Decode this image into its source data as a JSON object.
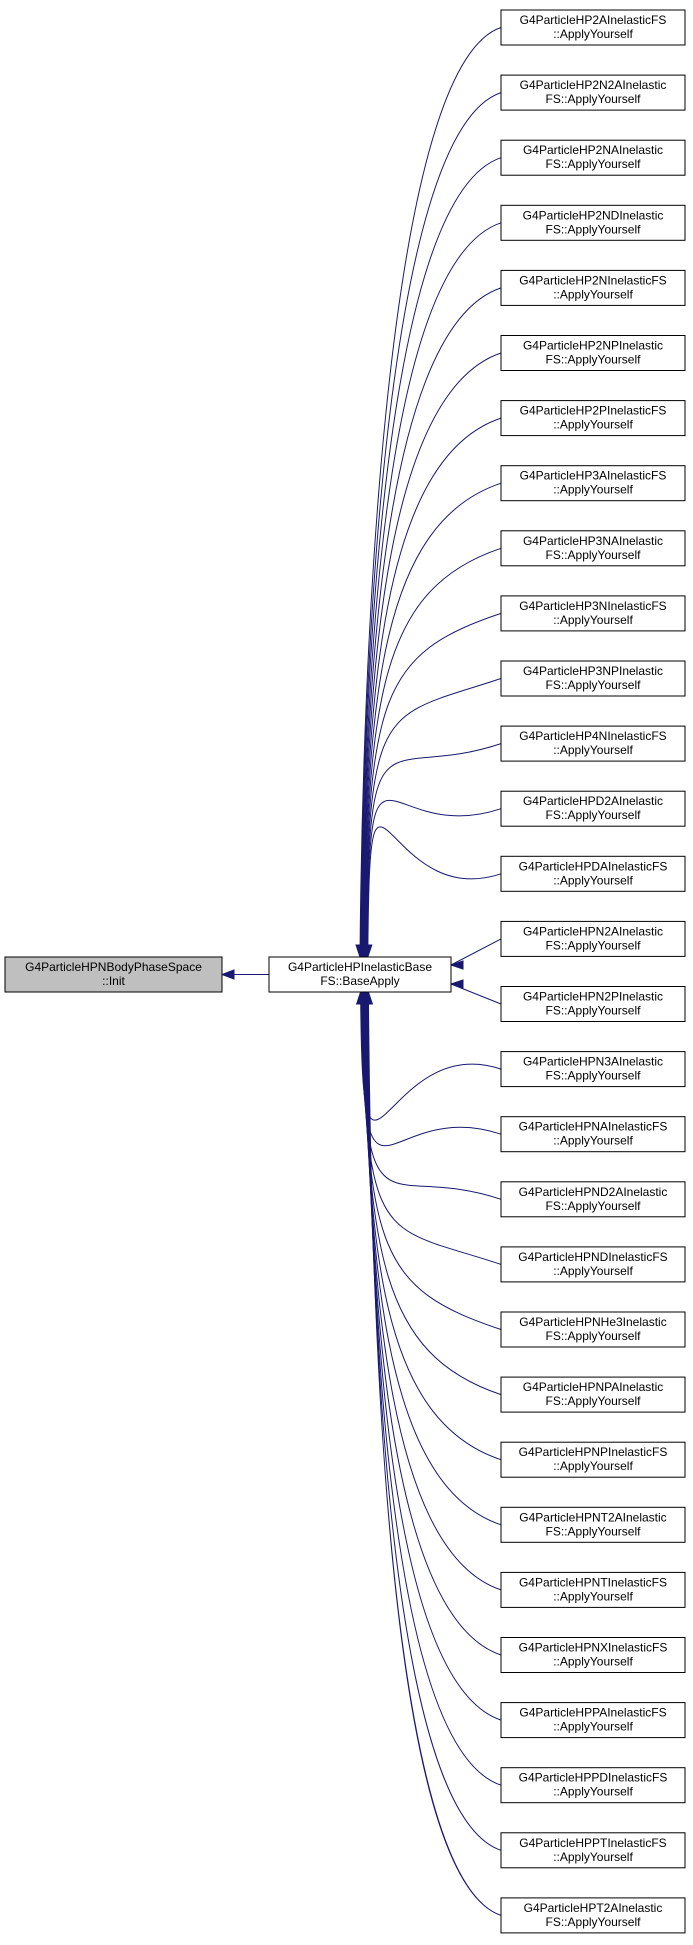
{
  "colors": {
    "edge": "#191970",
    "node_fill": "#ffffff",
    "focus_fill": "#bfbfbf",
    "border": "#000000"
  },
  "focus": {
    "line1": "G4ParticleHPNBodyPhaseSpace",
    "line2": "::Init"
  },
  "middle": {
    "line1": "G4ParticleHPInelasticBase",
    "line2": "FS::BaseApply"
  },
  "callers": [
    {
      "line1": "G4ParticleHP2AInelasticFS",
      "line2": "::ApplyYourself"
    },
    {
      "line1": "G4ParticleHP2N2AInelastic",
      "line2": "FS::ApplyYourself"
    },
    {
      "line1": "G4ParticleHP2NAInelastic",
      "line2": "FS::ApplyYourself"
    },
    {
      "line1": "G4ParticleHP2NDInelastic",
      "line2": "FS::ApplyYourself"
    },
    {
      "line1": "G4ParticleHP2NInelasticFS",
      "line2": "::ApplyYourself"
    },
    {
      "line1": "G4ParticleHP2NPInelastic",
      "line2": "FS::ApplyYourself"
    },
    {
      "line1": "G4ParticleHP2PInelasticFS",
      "line2": "::ApplyYourself"
    },
    {
      "line1": "G4ParticleHP3AInelasticFS",
      "line2": "::ApplyYourself"
    },
    {
      "line1": "G4ParticleHP3NAInelastic",
      "line2": "FS::ApplyYourself"
    },
    {
      "line1": "G4ParticleHP3NInelasticFS",
      "line2": "::ApplyYourself"
    },
    {
      "line1": "G4ParticleHP3NPInelastic",
      "line2": "FS::ApplyYourself"
    },
    {
      "line1": "G4ParticleHP4NInelasticFS",
      "line2": "::ApplyYourself"
    },
    {
      "line1": "G4ParticleHPD2AInelastic",
      "line2": "FS::ApplyYourself"
    },
    {
      "line1": "G4ParticleHPDAInelasticFS",
      "line2": "::ApplyYourself"
    },
    {
      "line1": "G4ParticleHPN2AInelastic",
      "line2": "FS::ApplyYourself"
    },
    {
      "line1": "G4ParticleHPN2PInelastic",
      "line2": "FS::ApplyYourself"
    },
    {
      "line1": "G4ParticleHPN3AInelastic",
      "line2": "FS::ApplyYourself"
    },
    {
      "line1": "G4ParticleHPNAInelasticFS",
      "line2": "::ApplyYourself"
    },
    {
      "line1": "G4ParticleHPND2AInelastic",
      "line2": "FS::ApplyYourself"
    },
    {
      "line1": "G4ParticleHPNDInelasticFS",
      "line2": "::ApplyYourself"
    },
    {
      "line1": "G4ParticleHPNHe3Inelastic",
      "line2": "FS::ApplyYourself"
    },
    {
      "line1": "G4ParticleHPNPAInelastic",
      "line2": "FS::ApplyYourself"
    },
    {
      "line1": "G4ParticleHPNPInelasticFS",
      "line2": "::ApplyYourself"
    },
    {
      "line1": "G4ParticleHPNT2AInelastic",
      "line2": "FS::ApplyYourself"
    },
    {
      "line1": "G4ParticleHPNTInelasticFS",
      "line2": "::ApplyYourself"
    },
    {
      "line1": "G4ParticleHPNXInelasticFS",
      "line2": "::ApplyYourself"
    },
    {
      "line1": "G4ParticleHPPAInelasticFS",
      "line2": "::ApplyYourself"
    },
    {
      "line1": "G4ParticleHPPDInelasticFS",
      "line2": "::ApplyYourself"
    },
    {
      "line1": "G4ParticleHPPTInelasticFS",
      "line2": "::ApplyYourself"
    },
    {
      "line1": "G4ParticleHPT2AInelastic",
      "line2": "FS::ApplyYourself"
    }
  ]
}
